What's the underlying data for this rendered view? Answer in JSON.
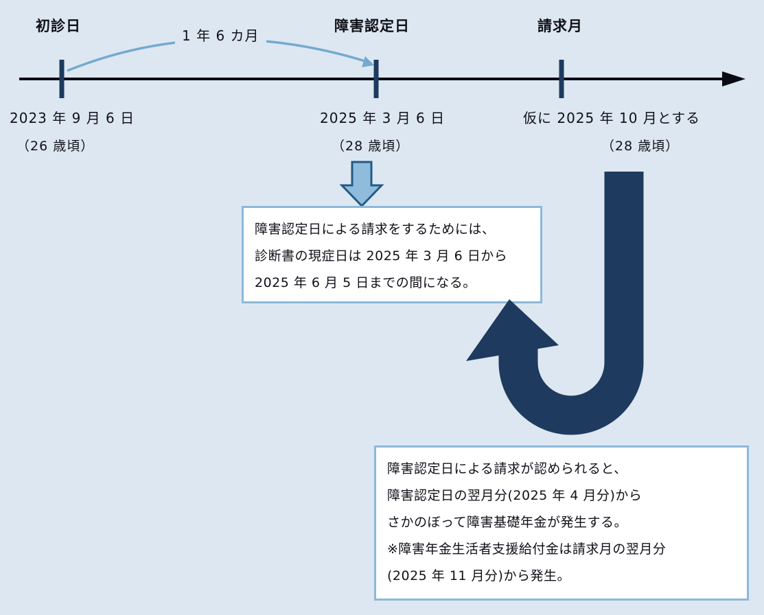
{
  "timeline": {
    "points": [
      {
        "label": "初診日",
        "date": "2023 年 9 月 6 日",
        "age": "（26 歳頃）"
      },
      {
        "label": "障害認定日",
        "date": "2025 年 3 月 6 日",
        "age": "（28 歳頃）"
      },
      {
        "label": "請求月",
        "date": "仮に 2025 年 10 月とする",
        "age": "（28 歳頃）"
      }
    ],
    "span_label": "1 年 6 カ月"
  },
  "recognition_note": {
    "lines": [
      "障害認定日による請求をするためには、",
      "診断書の現症日は 2025 年 3 月 6 日から",
      "2025 年 6 月 5 日までの間になる。"
    ]
  },
  "retroactive_note": {
    "lines": [
      "障害認定日による請求が認められると、",
      "障害認定日の翌月分(2025 年 4 月分)から",
      "さかのぼって障害基礎年金が発生する。",
      "※障害年金生活者支援給付金は請求月の翌月分",
      "(2025 年 11 月分)から発生。"
    ]
  },
  "icons": {
    "down_arrow": "down-arrow",
    "uturn_arrow": "u-turn-arrow",
    "timeline_arrow": "right-arrow"
  },
  "colors": {
    "background": "#dde7f1",
    "timeline_axis": "#0b0b14",
    "tick_navy": "#1d3a5e",
    "arc_blue": "#74a9cf",
    "down_arrow_fill": "#8fbcdd",
    "down_arrow_border": "#235a86",
    "uturn_navy": "#1e3a5f",
    "note_border": "#8cb8d9",
    "note_background": "#ffffff"
  }
}
